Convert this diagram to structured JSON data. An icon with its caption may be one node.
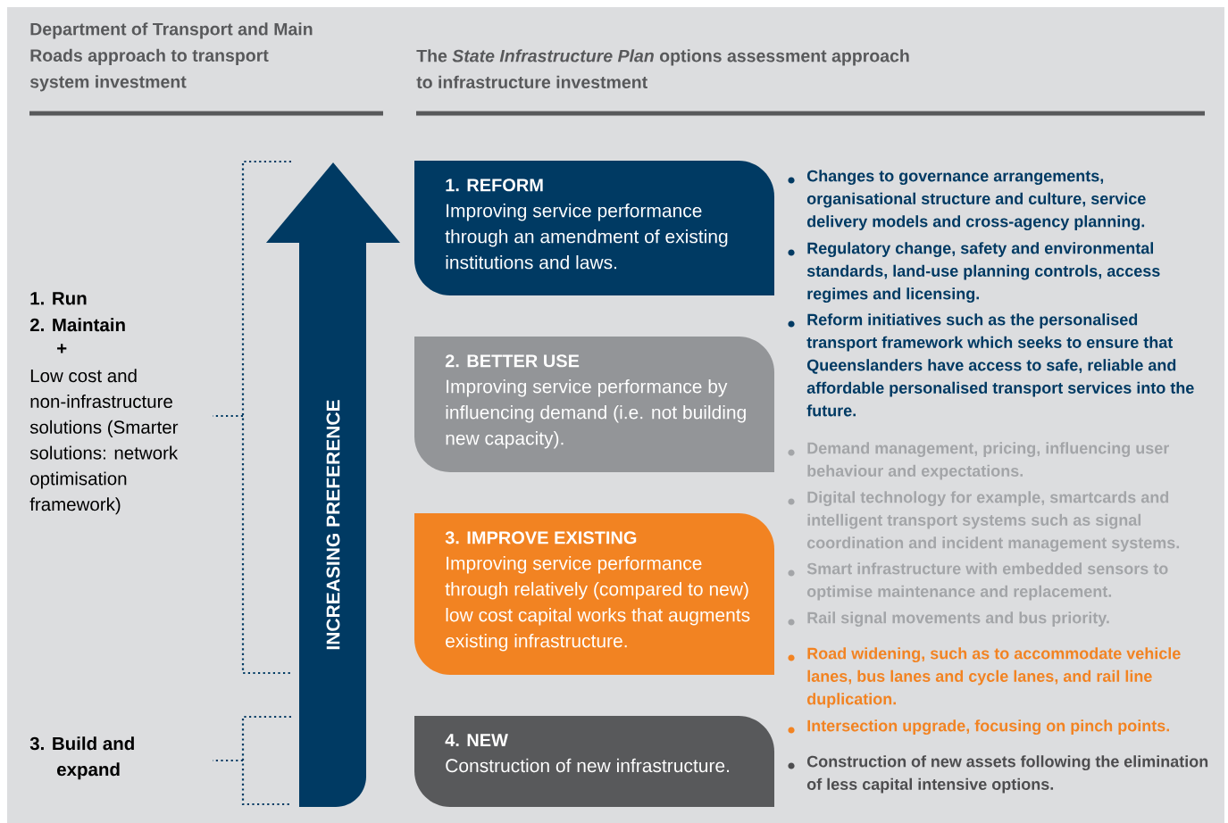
{
  "diagram": {
    "nodes": [
      {
        "text": [
          "INCREASING PREFERENCE"
        ]
      },
      {
        "text": [
          "1. REFORM",
          "Improving service performance through an amendment of existing institutions and laws."
        ],
        "beside": [
          "Changes to governance arrangements, organisational structure and culture, service delivery models and cross-agency planning.",
          "Regulatory change, safety and environmental standards, land-use planning controls, access regimes and licensing.",
          "Reform initiatives such as the personalised transport framework which seeks to ensure that Queenslanders have access to safe, reliable and affordable personalised transport services into the future."
        ]
      },
      {
        "text": [
          "2. BETTER USE",
          "Improving service performance by influencing demand (i.e. not building new capacity)."
        ],
        "beside": [
          "Demand management, pricing, influencing user behaviour and expectations.",
          "Digital technology for example, smartcards and intelligent transport systems such as signal coordination and incident management systems.",
          "Smart infrastructure with embedded sensors to optimise maintenance and replacement.",
          "Rail signal movements and bus priority."
        ]
      },
      {
        "text": [
          "3. IMPROVE EXISTING",
          "Improving service performance through relatively (compared to new) low cost capital works that augments existing infrastructure."
        ],
        "beside": [
          "Road widening, such as to accommodate vehicle lanes, bus lanes and cycle lanes, and rail line duplication.",
          "Intersection upgrade, focusing on pinch points."
        ]
      },
      {
        "text": [
          "4. NEW",
          "Construction of new infrastructure."
        ],
        "beside": [
          "Construction of new assets following the elimination of less capital intensive options."
        ]
      }
    ],
    "labels": [
      "Department of Transport and Main Roads approach to transport system investment",
      "The *State Infrastructure Plan* options assessment approach to infrastructure investment",
      "1. Run",
      "2. Maintain",
      "+",
      "Low cost and non-infrastructure solutions (Smarter solutions: network optimisation framework)",
      "3. Build and expand"
    ]
  }
}
